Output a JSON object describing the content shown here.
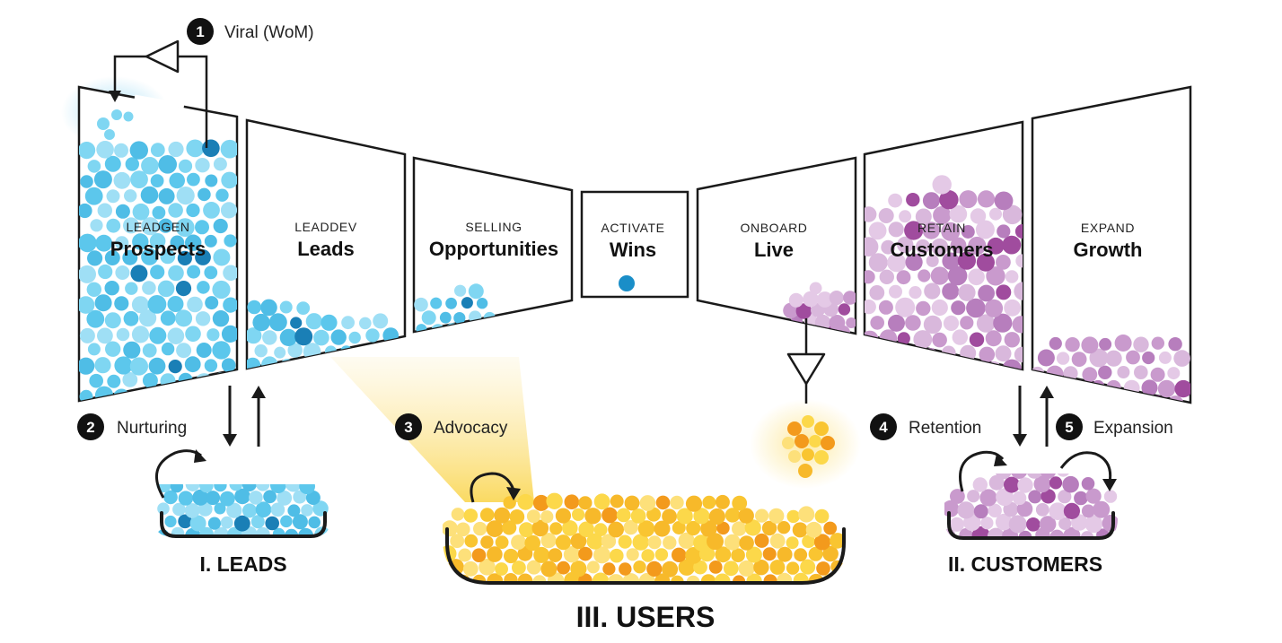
{
  "stages": [
    {
      "name": "LEADGEN",
      "title": "Prospects"
    },
    {
      "name": "LEADDEV",
      "title": "Leads"
    },
    {
      "name": "SELLING",
      "title": "Opportunities"
    },
    {
      "name": "ACTIVATE",
      "title": "Wins"
    },
    {
      "name": "ONBOARD",
      "title": "Live"
    },
    {
      "name": "RETAIN",
      "title": "Customers"
    },
    {
      "name": "EXPAND",
      "title": "Growth"
    }
  ],
  "flows": [
    {
      "num": "1",
      "label": "Viral (WoM)"
    },
    {
      "num": "2",
      "label": "Nurturing"
    },
    {
      "num": "3",
      "label": "Advocacy"
    },
    {
      "num": "4",
      "label": "Retention"
    },
    {
      "num": "5",
      "label": "Expansion"
    }
  ],
  "pools": {
    "leads": "I. LEADS",
    "customers": "II. CUSTOMERS",
    "users": "III. USERS"
  },
  "colors": {
    "leads": [
      "#7fd6f2",
      "#5cc7ec",
      "#9fdff5",
      "#4fbde6"
    ],
    "leads_accent": "#1a7fb6",
    "customers": [
      "#d9b8dc",
      "#c99acd",
      "#e4c9e6",
      "#b77ebd"
    ],
    "customers_accent": "#a04c9e",
    "users": [
      "#fcd84a",
      "#f9c531",
      "#fde07a",
      "#f7b92a"
    ],
    "users_accent": "#f39a1c",
    "users_pale": "#fbe9b8",
    "advocacy_beam": "#fbe38a",
    "outline": "#1a1a1a"
  }
}
